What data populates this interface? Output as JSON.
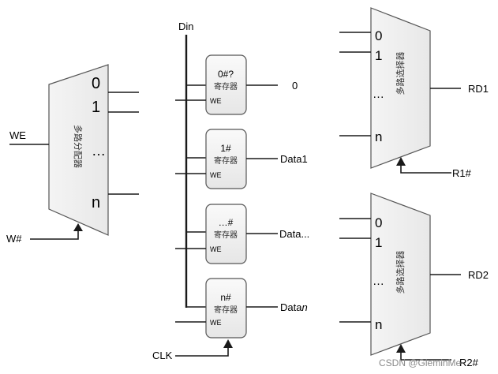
{
  "demux": {
    "input_we": "WE",
    "select": "W#",
    "outputs": [
      "0",
      "1",
      "…",
      "n"
    ],
    "title": "多路分配器"
  },
  "bus": {
    "label": "Din"
  },
  "clock": {
    "label": "CLK"
  },
  "registers": [
    {
      "name": "0#?",
      "desc": "寄存器",
      "we": "WE",
      "output": "0"
    },
    {
      "name": "1#",
      "desc": "寄存器",
      "we": "WE",
      "output": "Data1"
    },
    {
      "name": "…#",
      "desc": "寄存器",
      "we": "WE",
      "output": "Data..."
    },
    {
      "name": "n#",
      "desc": "寄存器",
      "we": "WE",
      "output_prefix": "Data",
      "output_suffix": "n"
    }
  ],
  "mux1": {
    "title": "多路选择器",
    "inputs": [
      "0",
      "1",
      "…",
      "n"
    ],
    "output": "RD1",
    "select": "R1#"
  },
  "mux2": {
    "title": "多路选择器",
    "inputs": [
      "0",
      "1",
      "…",
      "n"
    ],
    "output": "RD2",
    "select": "R2#"
  },
  "watermark": "CSDN @GleminMe"
}
